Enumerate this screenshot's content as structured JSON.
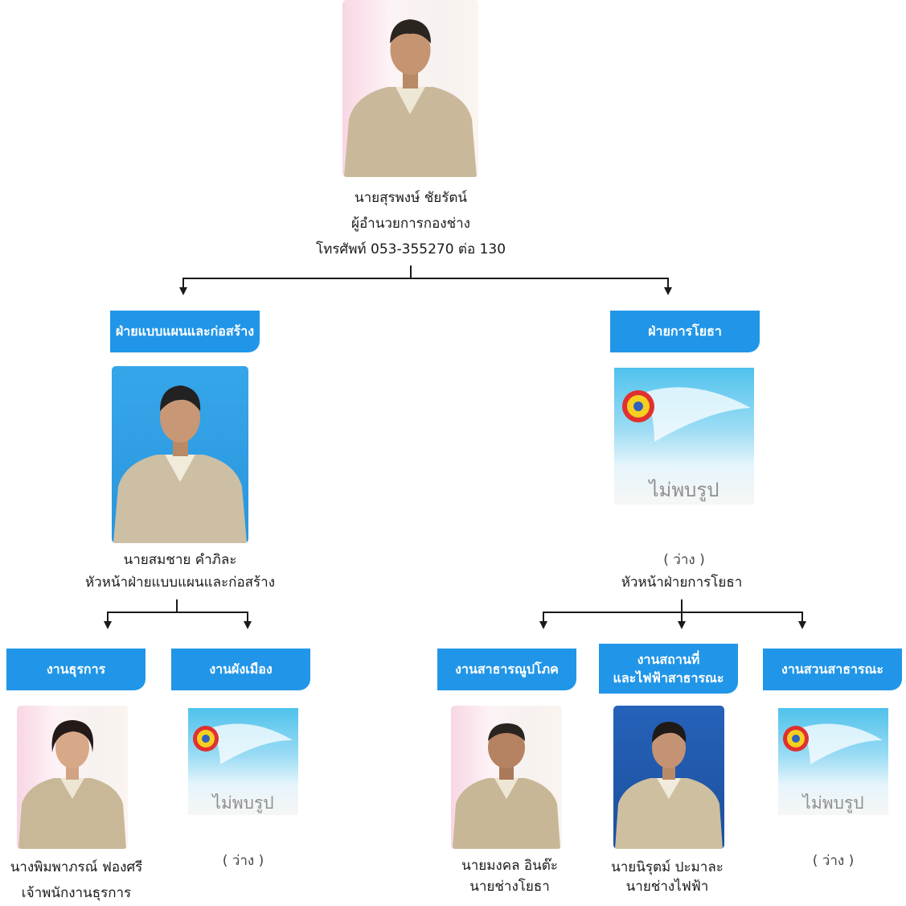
{
  "director": {
    "name": "นายสุรพงษ์  ชัยรัตน์",
    "position": "ผู้อำนวยการกองช่าง",
    "phone": "โทรศัพท์ 053-355270 ต่อ 130"
  },
  "left_division": {
    "label": "ฝ่ายแบบแผนและก่อสร้าง",
    "head_name": "นายสมชาย คำภิละ",
    "head_position": "หัวหน้าฝ่ายแบบแผนและก่อสร้าง",
    "units": [
      {
        "label": "งานธุรการ",
        "name": "นางพิมพาภรณ์ ฟองศรี",
        "position": "เจ้าพนักงานธุรการ"
      },
      {
        "label": "งานผังเมือง",
        "vacant": "( ว่าง )"
      }
    ]
  },
  "right_division": {
    "label": "ฝ่ายการโยธา",
    "head_vacant": "( ว่าง )",
    "head_position": "หัวหน้าฝ่ายการโยธา",
    "units": [
      {
        "label": "งานสาธารณูปโภค",
        "name": "นายมงคล  อินต๊ะ",
        "position": "นายช่างโยธา"
      },
      {
        "label_line1": "งานสถานที่",
        "label_line2": "และไฟฟ้าสาธารณะ",
        "name": "นายนิรุตม์  ปะมาละ",
        "position": "นายช่างไฟฟ้า"
      },
      {
        "label": "งานสวนสาธารณะ",
        "vacant": "( ว่าง )"
      }
    ]
  },
  "placeholder_text": "ไม่พบรูป",
  "colors": {
    "dept_box": "#2196e8",
    "line": "#1a1a1a"
  }
}
